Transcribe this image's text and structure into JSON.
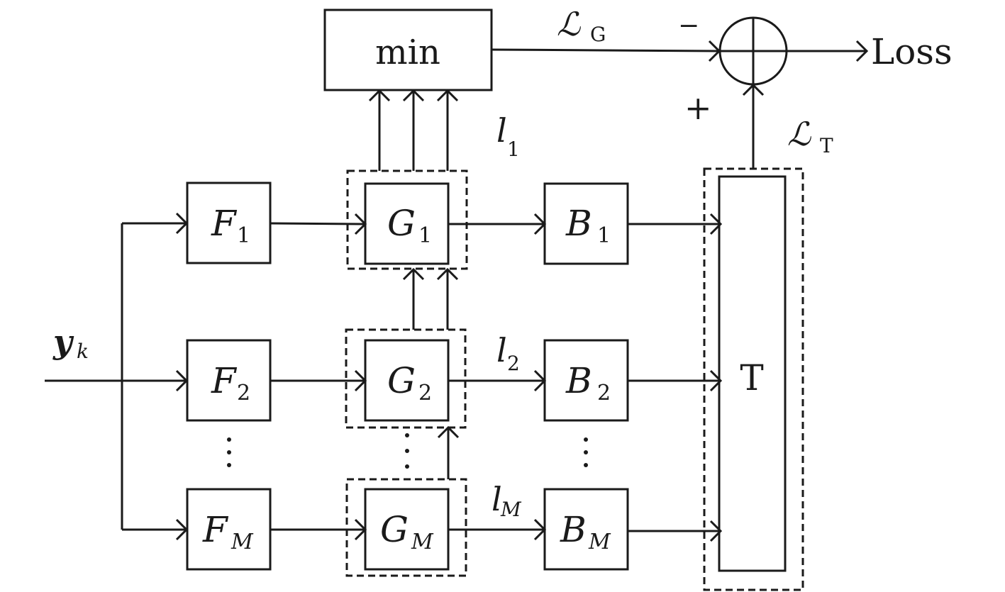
{
  "blocks": {
    "min": "min",
    "F": [
      {
        "base": "F",
        "sub": "1"
      },
      {
        "base": "F",
        "sub": "2"
      },
      {
        "base": "F",
        "sub": "M"
      }
    ],
    "G": [
      {
        "base": "G",
        "sub": "1"
      },
      {
        "base": "G",
        "sub": "2"
      },
      {
        "base": "G",
        "sub": "M"
      }
    ],
    "B": [
      {
        "base": "B",
        "sub": "1"
      },
      {
        "base": "B",
        "sub": "2"
      },
      {
        "base": "B",
        "sub": "M"
      }
    ],
    "T": "T"
  },
  "signals": {
    "input": {
      "base": "y",
      "sub": "k"
    },
    "l": [
      {
        "base": "l",
        "sub": "1"
      },
      {
        "base": "l",
        "sub": "2"
      },
      {
        "base": "l",
        "sub": "M"
      }
    ],
    "loss_g": {
      "base": "ℒ",
      "sub": "G"
    },
    "loss_t": {
      "base": "ℒ",
      "sub": "T"
    },
    "minus": "−",
    "plus": "+",
    "output": "Loss"
  }
}
